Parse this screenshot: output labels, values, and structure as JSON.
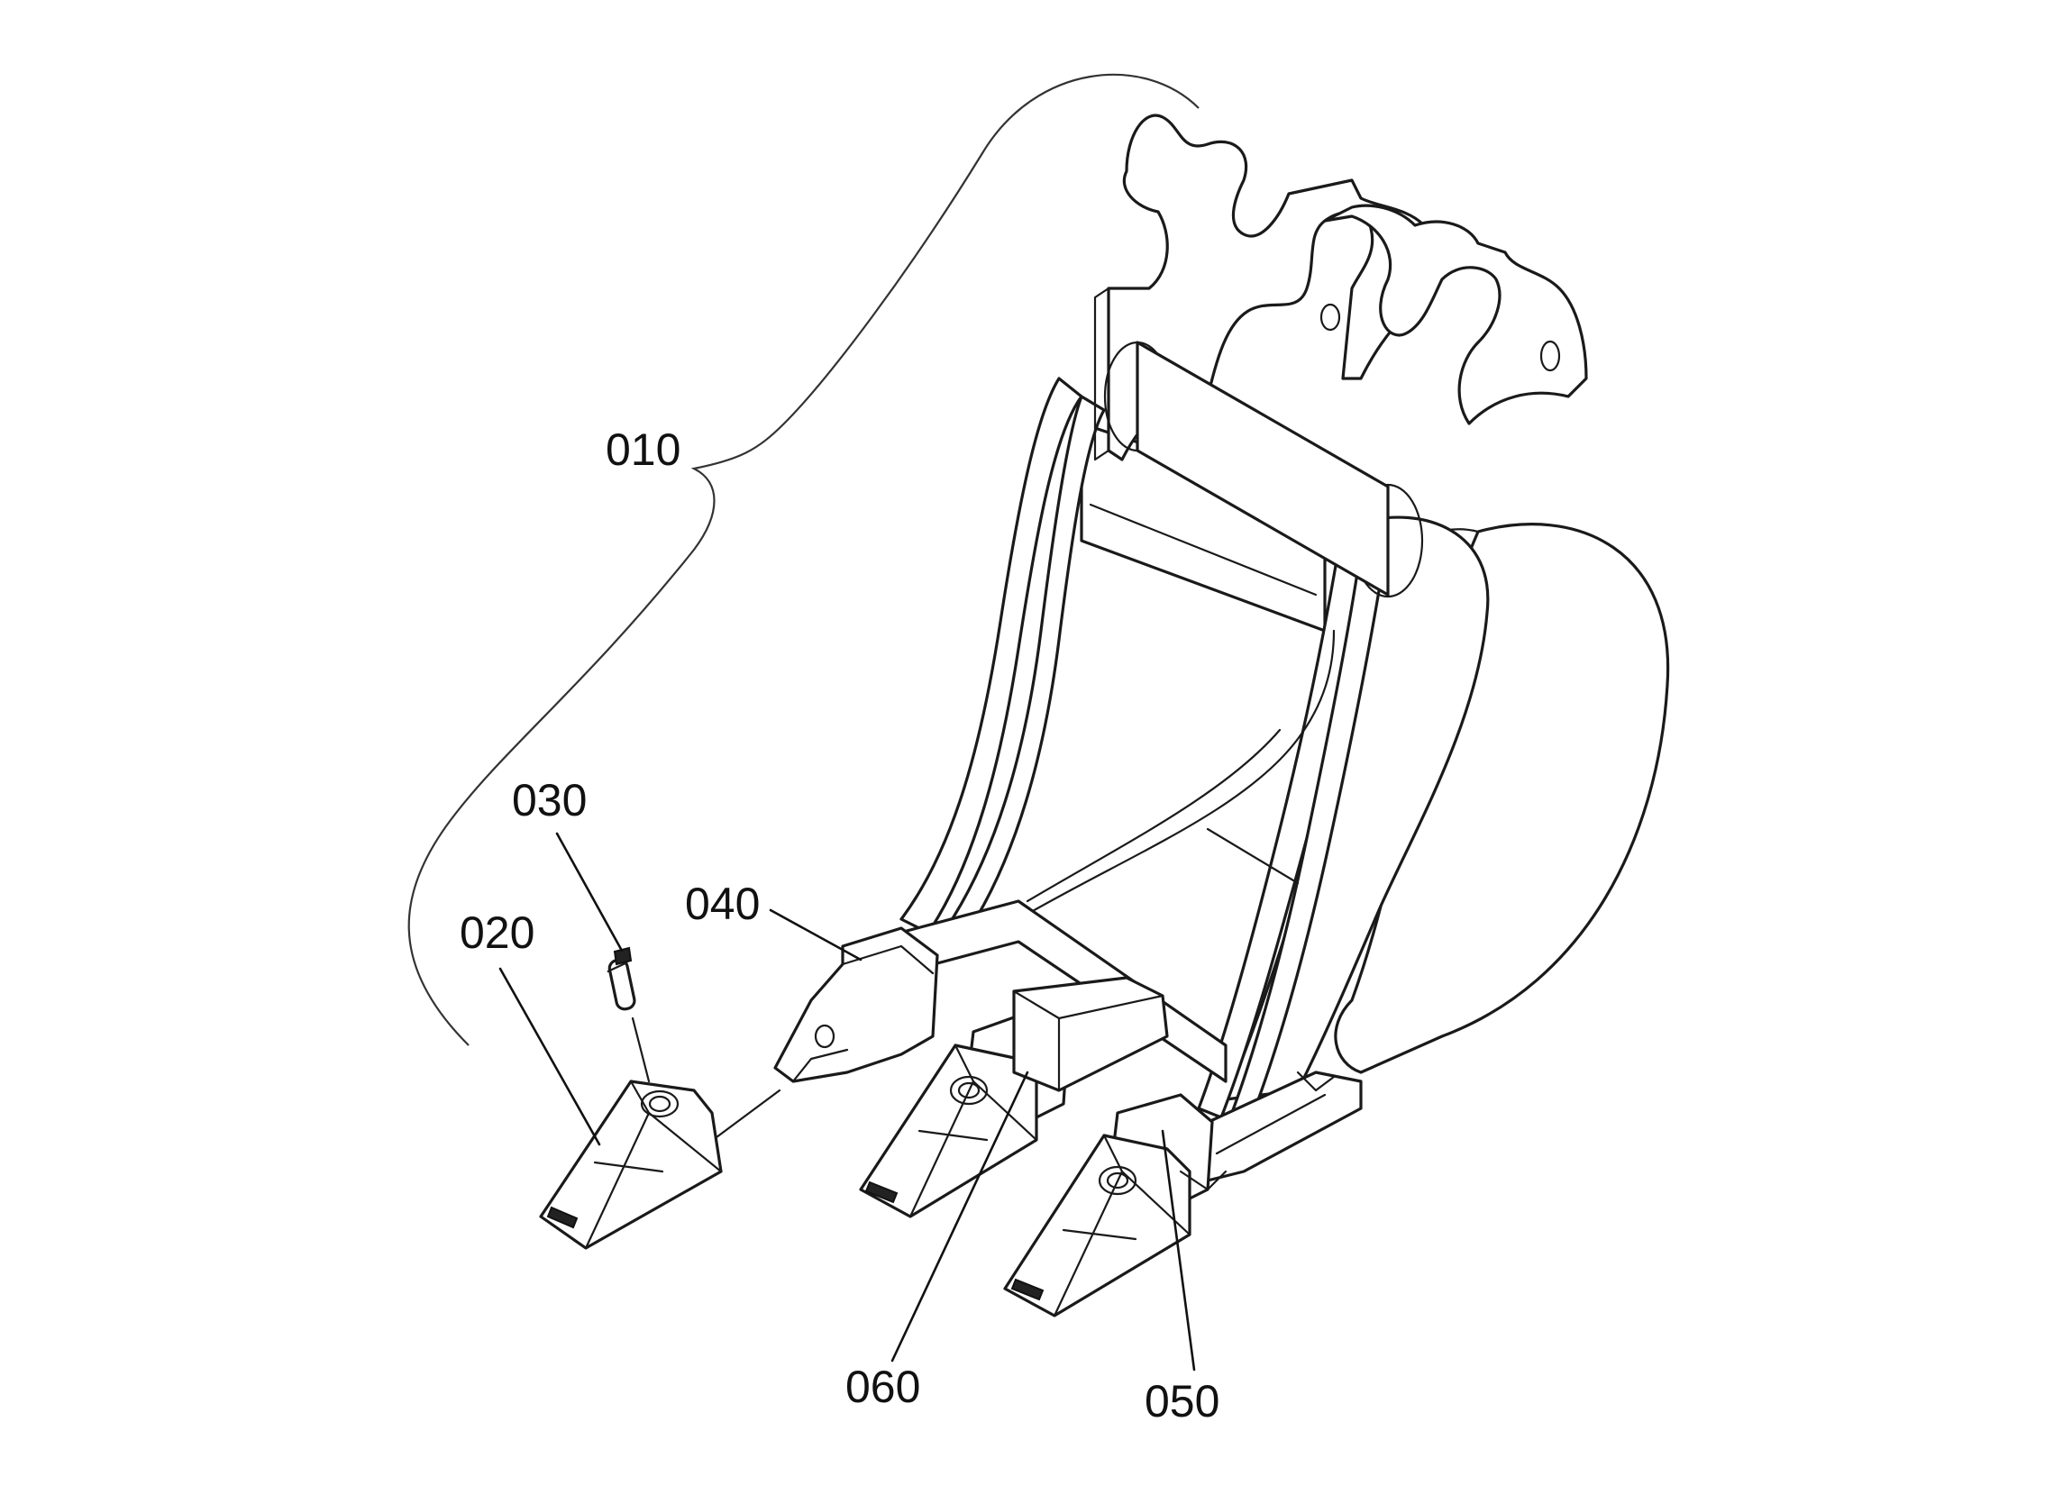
{
  "labels": {
    "l010": "010",
    "l020": "020",
    "l030": "030",
    "l040": "040",
    "l050": "050",
    "l060": "060"
  },
  "colors": {
    "line": "#1a1a1a",
    "background": "#ffffff"
  }
}
